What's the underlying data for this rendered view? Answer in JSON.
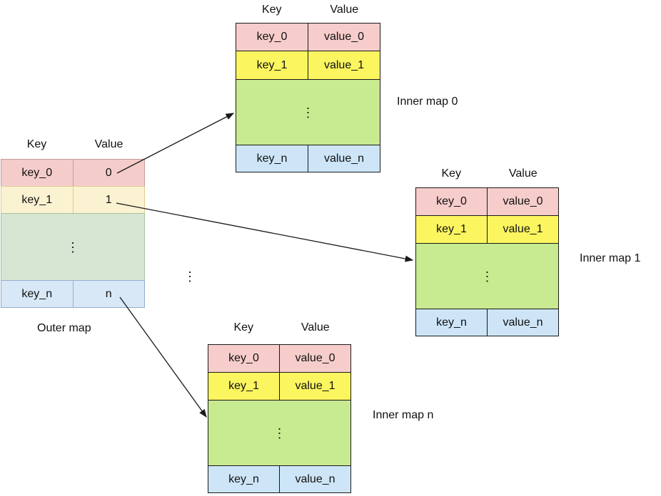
{
  "glyphs": {
    "vdots": "⋮"
  },
  "colors": {
    "background": "#ffffff",
    "arrow": "#1a1a1a",
    "inner_row_fills": {
      "pink": "#F6CDCB",
      "yellow": "#FBF55F",
      "green": "#C8EA90",
      "blue": "#CDE5F7"
    },
    "inner_row_border": "#1a1a1a",
    "outer_row_fills": {
      "pink": "#F4CDCA",
      "yellow": "#FBF2D2",
      "green": "#D7E6D3",
      "blue": "#D8E8F7"
    },
    "outer_row_borders": {
      "pink": "#C9999B",
      "yellow": "#E0CC92",
      "green": "#A6C39F",
      "blue": "#94AECB"
    }
  },
  "maps": {
    "outer": {
      "col_key": "Key",
      "col_value": "Value",
      "row0": {
        "key": "key_0",
        "value": "0"
      },
      "row1": {
        "key": "key_1",
        "value": "1"
      },
      "rown": {
        "key": "key_n",
        "value": "n"
      },
      "label": "Outer map"
    },
    "inner0": {
      "col_key": "Key",
      "col_value": "Value",
      "row0": {
        "key": "key_0",
        "value": "value_0"
      },
      "row1": {
        "key": "key_1",
        "value": "value_1"
      },
      "rown": {
        "key": "key_n",
        "value": "value_n"
      },
      "label": "Inner map 0"
    },
    "inner1": {
      "col_key": "Key",
      "col_value": "Value",
      "row0": {
        "key": "key_0",
        "value": "value_0"
      },
      "row1": {
        "key": "key_1",
        "value": "value_1"
      },
      "rown": {
        "key": "key_n",
        "value": "value_n"
      },
      "label": "Inner map 1"
    },
    "inner_n": {
      "col_key": "Key",
      "col_value": "Value",
      "row0": {
        "key": "key_0",
        "value": "value_0"
      },
      "row1": {
        "key": "key_1",
        "value": "value_1"
      },
      "rown": {
        "key": "key_n",
        "value": "value_n"
      },
      "label": "Inner map n"
    }
  }
}
